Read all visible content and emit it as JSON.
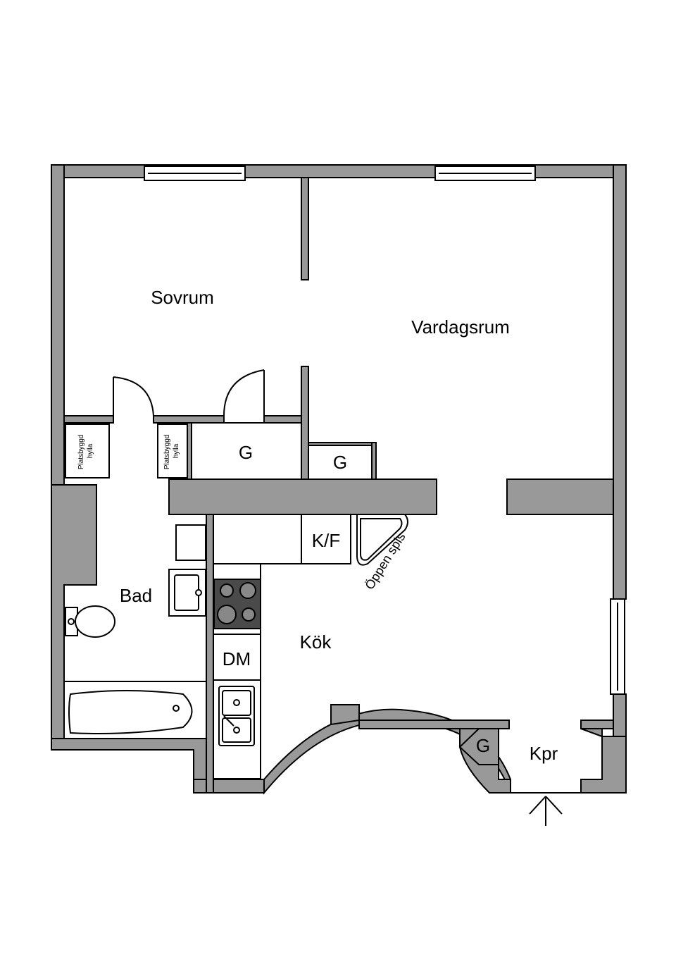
{
  "rooms": {
    "sovrum": "Sovrum",
    "vardagsrum": "Vardagsrum",
    "bad": "Bad",
    "kok": "Kök",
    "kpr": "Kpr"
  },
  "storage": {
    "garderob_sovrum": "G",
    "garderob_vardagsrum": "G",
    "garderob_hall": "G"
  },
  "fixtures": {
    "kyl_frys": "K/F",
    "diskmaskin": "DM",
    "oppen_spis": "Öppen spis",
    "platsbyggd_hylla_1": [
      "Platsbyggd",
      "hylla"
    ],
    "platsbyggd_hylla_2": [
      "Platsbyggd",
      "hylla"
    ]
  },
  "colors": {
    "wall": "#999999",
    "stove": "#4a4a4a",
    "background": "#ffffff"
  }
}
